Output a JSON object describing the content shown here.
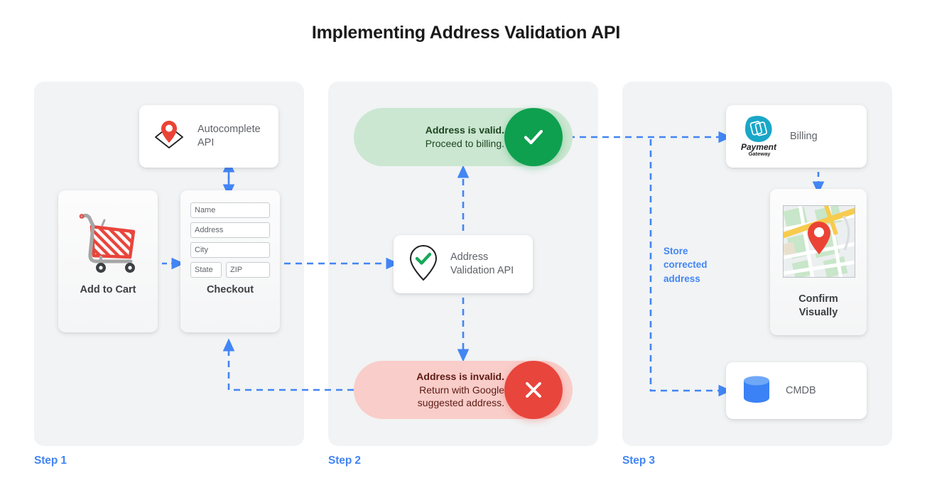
{
  "page": {
    "title": "Implementing Address Validation API",
    "accent_blue": "#4285f4",
    "valid_green": "#0ea04f",
    "invalid_red": "#e8453c",
    "panel_bg": "#f1f3f4"
  },
  "steps": [
    {
      "label": "Step 1"
    },
    {
      "label": "Step 2"
    },
    {
      "label": "Step 3"
    }
  ],
  "step1": {
    "autocomplete": {
      "label_line1": "Autocomplete",
      "label_line2": "API",
      "icon": "map-pin-diamond-icon"
    },
    "add_to_cart": {
      "caption": "Add to Cart",
      "icon": "shopping-cart-icon"
    },
    "checkout": {
      "caption": "Checkout",
      "fields": [
        {
          "name": "name",
          "placeholder": "Name"
        },
        {
          "name": "address",
          "placeholder": "Address"
        },
        {
          "name": "city",
          "placeholder": "City"
        },
        {
          "name": "state",
          "placeholder": "State"
        },
        {
          "name": "zip",
          "placeholder": "ZIP"
        }
      ]
    }
  },
  "step2": {
    "valid": {
      "headline": "Address is valid.",
      "detail": "Proceed to billing.",
      "icon": "check-icon"
    },
    "invalid": {
      "headline": "Address is invalid.",
      "detail_line1": "Return with Google",
      "detail_line2": "suggested address.",
      "icon": "close-icon"
    },
    "validation_api": {
      "label_line1": "Address",
      "label_line2": "Validation API",
      "icon": "pin-check-icon"
    }
  },
  "step3": {
    "billing": {
      "label": "Billing",
      "logo_name": "Payment",
      "logo_sub": "Gateway",
      "icon": "payment-gateway-icon"
    },
    "confirm": {
      "caption_line1": "Confirm",
      "caption_line2": "Visually",
      "icon": "map-thumbnail-icon"
    },
    "cmdb": {
      "label": "CMDB",
      "icon": "database-cylinder-icon"
    },
    "store_note": {
      "line1": "Store",
      "line2": "corrected",
      "line3": "address"
    }
  }
}
